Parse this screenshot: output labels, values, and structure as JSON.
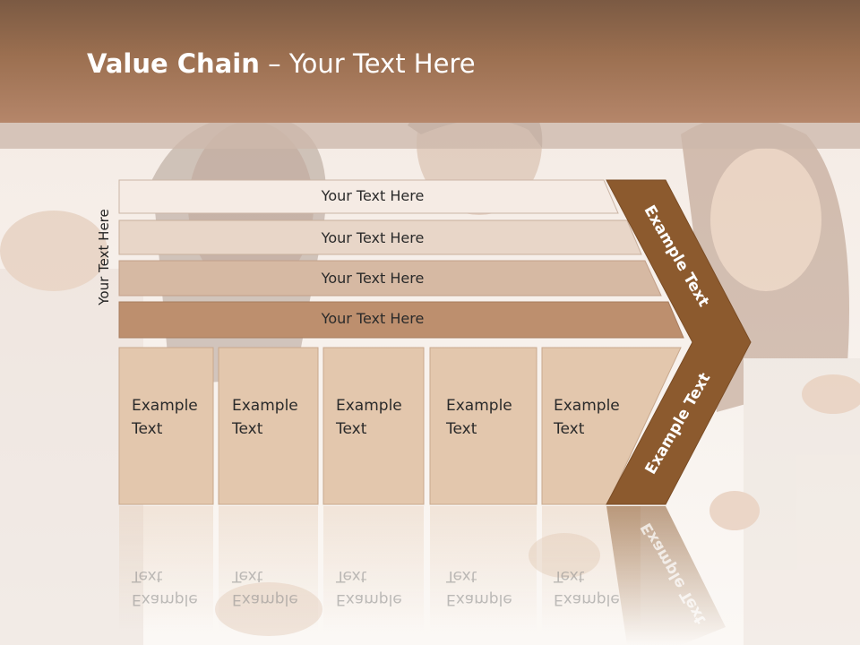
{
  "slide": {
    "title_bold": "Value Chain",
    "title_rest": " – Your Text Here",
    "side_label": "Your Text Here",
    "rows": [
      "Your Text Here",
      "Your Text Here",
      "Your Text Here",
      "Your Text Here"
    ],
    "columns": [
      {
        "line1": "Example",
        "line2": "Text"
      },
      {
        "line1": "Example",
        "line2": "Text"
      },
      {
        "line1": "Example",
        "line2": "Text"
      },
      {
        "line1": "Example",
        "line2": "Text"
      },
      {
        "line1": "Example",
        "line2": "Text"
      }
    ],
    "chevron_top": "Example Text",
    "chevron_bottom": "Example Text"
  },
  "colors": {
    "header": "#9b6f50",
    "chevron": "#8c5a2e",
    "row1": "#f5ebe4",
    "row2": "#e8d6c8",
    "row3": "#d6b9a3",
    "row4": "#bd8f6e",
    "column": "#e3c7ad"
  }
}
